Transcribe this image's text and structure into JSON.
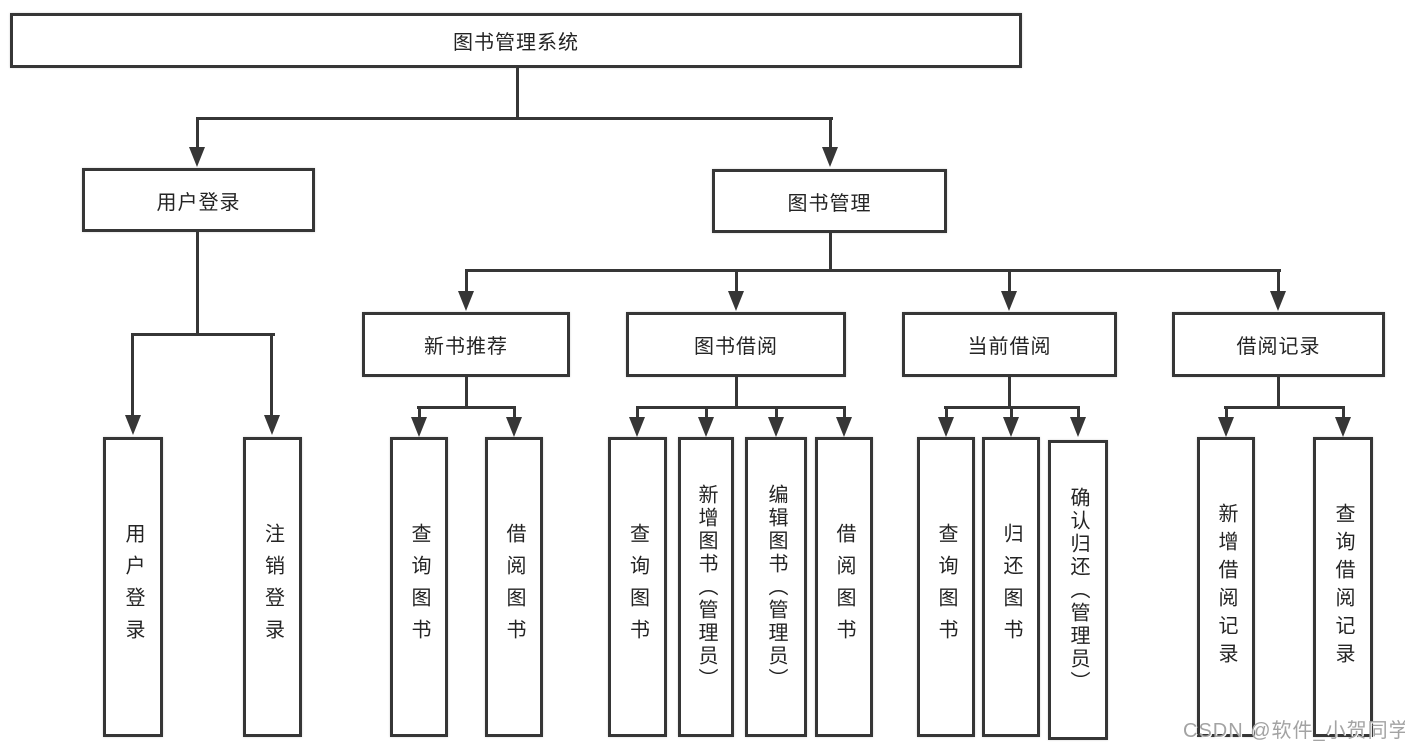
{
  "diagram": {
    "title": "图书管理系统",
    "level2": {
      "user_login": "用户登录",
      "book_mgmt": "图书管理"
    },
    "level3": {
      "new_books": "新书推荐",
      "book_borrow": "图书借阅",
      "current_borrow": "当前借阅",
      "borrow_records": "借阅记录"
    },
    "leaves": {
      "user_login": "用户登录",
      "user_logout": "注销登录",
      "nb_query": "查询图书",
      "nb_borrow": "借阅图书",
      "bb_query": "查询图书",
      "bb_add": "新增图书（管理员）",
      "bb_edit": "编辑图书（管理员）",
      "bb_borrow": "借阅图书",
      "cb_query": "查询图书",
      "cb_return": "归还图书",
      "cb_confirm": "确认归还（管理员）",
      "br_add": "新增借阅记录",
      "br_query": "查询借阅记录"
    },
    "watermark": "CSDN @软件_小贺同学",
    "colors": {
      "line": "#363636",
      "text": "#242424",
      "watermark": "#a3a3a3"
    }
  }
}
